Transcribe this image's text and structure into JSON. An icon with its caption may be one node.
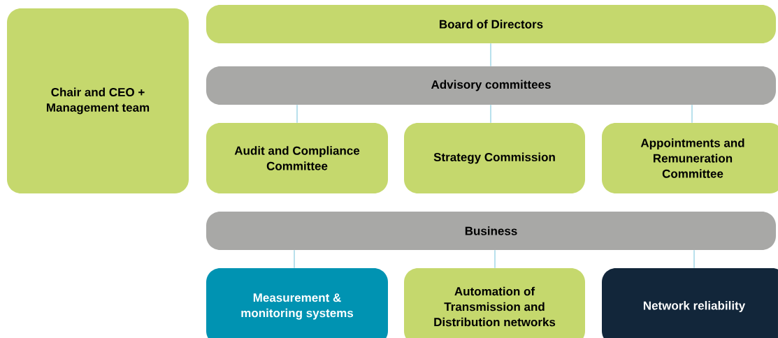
{
  "diagram": {
    "nodes": [
      {
        "text": [
          "Chair and CEO + Management team"
        ]
      },
      {
        "text": [
          "Board of Directors"
        ]
      },
      {
        "text": [
          "Advisory committees"
        ]
      },
      {
        "text": [
          "Audit and Compliance Committee"
        ]
      },
      {
        "text": [
          "Strategy Commission"
        ]
      },
      {
        "text": [
          "Appointments and Remuneration Committee"
        ]
      },
      {
        "text": [
          "Business"
        ]
      },
      {
        "text": [
          "Measurement & monitoring systems"
        ]
      },
      {
        "text": [
          "Automation of Transmission and Distribution networks"
        ]
      },
      {
        "text": [
          "Network reliability"
        ]
      }
    ],
    "edges": [
      {
        "from": 1,
        "to": 2,
        "arrow": "none"
      },
      {
        "from": 2,
        "to": 3,
        "arrow": "none"
      },
      {
        "from": 2,
        "to": 4,
        "arrow": "none"
      },
      {
        "from": 2,
        "to": 5,
        "arrow": "none"
      },
      {
        "from": 6,
        "to": 7,
        "arrow": "none"
      },
      {
        "from": 6,
        "to": 8,
        "arrow": "none"
      },
      {
        "from": 6,
        "to": 9,
        "arrow": "none"
      }
    ]
  }
}
